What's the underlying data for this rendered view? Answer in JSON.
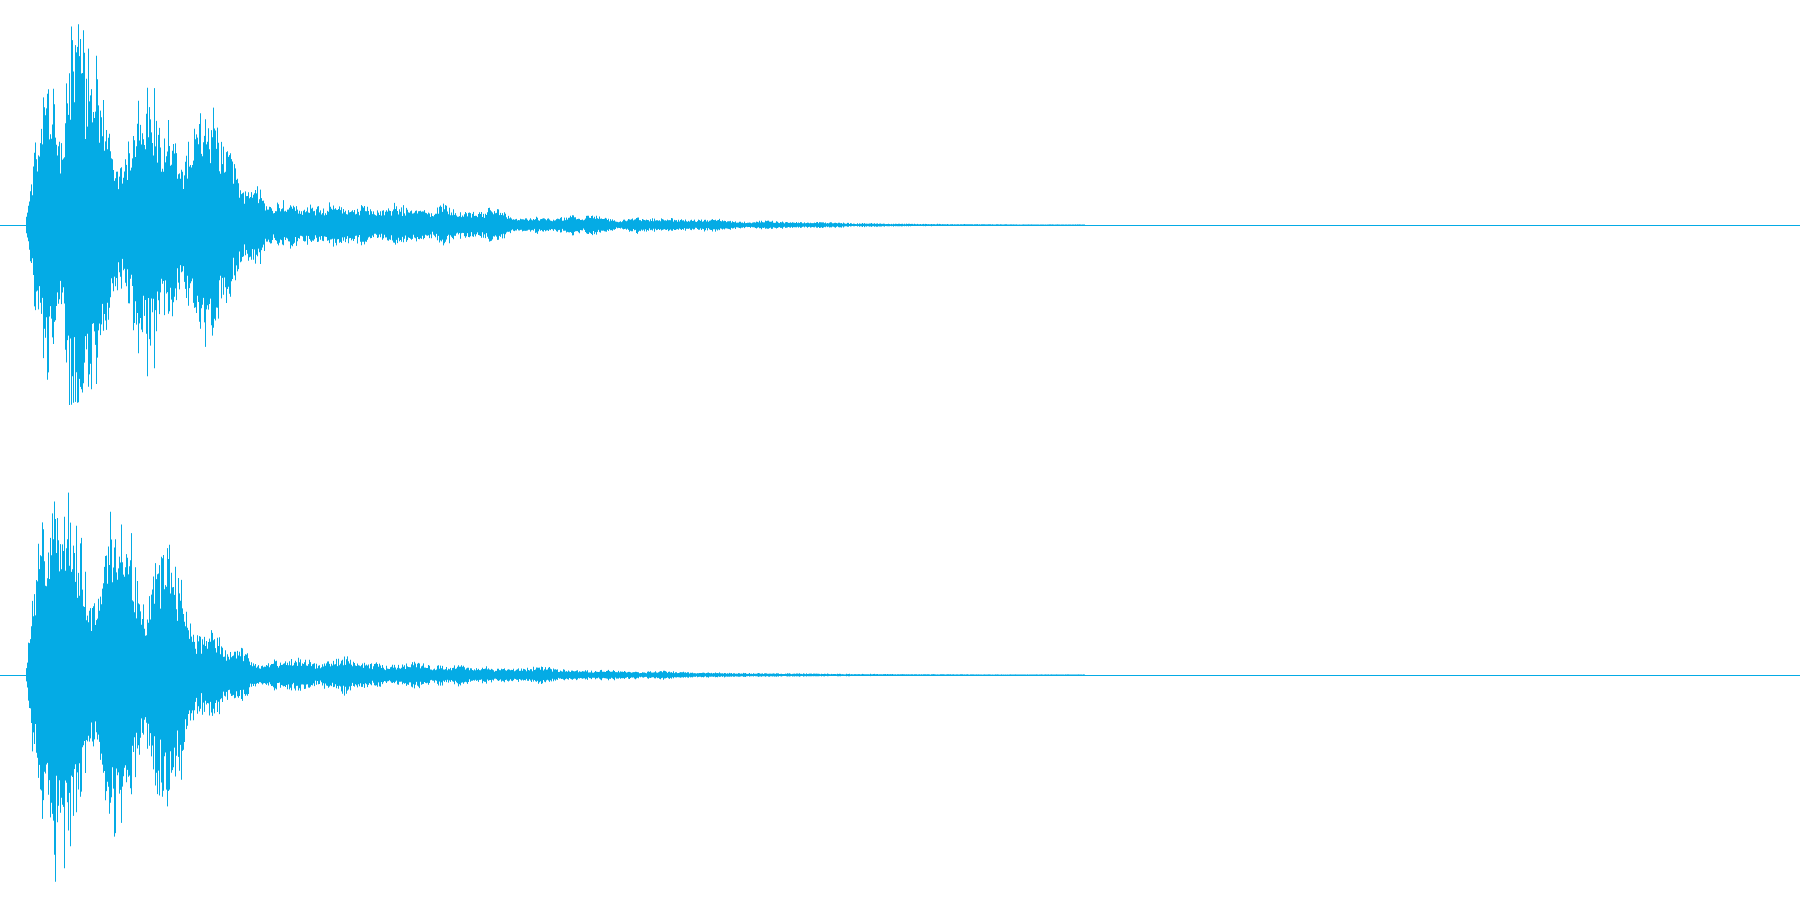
{
  "waveform": {
    "color": "#04ABE5",
    "background": "#FFFFFF",
    "channels": [
      {
        "id": "top",
        "envelope": [
          [
            0.0,
            0.04
          ],
          [
            0.004,
            0.32
          ],
          [
            0.008,
            0.55
          ],
          [
            0.012,
            0.7
          ],
          [
            0.016,
            0.55
          ],
          [
            0.02,
            0.4
          ],
          [
            0.024,
            0.8
          ],
          [
            0.028,
            0.95
          ],
          [
            0.032,
            0.9
          ],
          [
            0.036,
            0.78
          ],
          [
            0.04,
            0.85
          ],
          [
            0.044,
            0.65
          ],
          [
            0.048,
            0.4
          ],
          [
            0.052,
            0.3
          ],
          [
            0.056,
            0.32
          ],
          [
            0.06,
            0.45
          ],
          [
            0.064,
            0.62
          ],
          [
            0.068,
            0.7
          ],
          [
            0.072,
            0.66
          ],
          [
            0.076,
            0.5
          ],
          [
            0.08,
            0.48
          ],
          [
            0.084,
            0.4
          ],
          [
            0.088,
            0.3
          ],
          [
            0.092,
            0.38
          ],
          [
            0.096,
            0.48
          ],
          [
            0.1,
            0.55
          ],
          [
            0.104,
            0.52
          ],
          [
            0.108,
            0.5
          ],
          [
            0.112,
            0.42
          ],
          [
            0.116,
            0.32
          ],
          [
            0.12,
            0.22
          ],
          [
            0.124,
            0.16
          ],
          [
            0.128,
            0.2
          ],
          [
            0.132,
            0.18
          ],
          [
            0.136,
            0.1
          ],
          [
            0.14,
            0.09
          ],
          [
            0.145,
            0.11
          ],
          [
            0.15,
            0.1
          ],
          [
            0.155,
            0.08
          ],
          [
            0.16,
            0.1
          ],
          [
            0.165,
            0.08
          ],
          [
            0.17,
            0.09
          ],
          [
            0.175,
            0.11
          ],
          [
            0.18,
            0.09
          ],
          [
            0.185,
            0.08
          ],
          [
            0.19,
            0.09
          ],
          [
            0.195,
            0.08
          ],
          [
            0.2,
            0.07
          ],
          [
            0.205,
            0.09
          ],
          [
            0.21,
            0.1
          ],
          [
            0.215,
            0.08
          ],
          [
            0.22,
            0.09
          ],
          [
            0.225,
            0.07
          ],
          [
            0.23,
            0.06
          ],
          [
            0.235,
            0.1
          ],
          [
            0.24,
            0.08
          ],
          [
            0.245,
            0.06
          ],
          [
            0.25,
            0.07
          ],
          [
            0.255,
            0.05
          ],
          [
            0.26,
            0.07
          ],
          [
            0.265,
            0.09
          ],
          [
            0.27,
            0.07
          ],
          [
            0.275,
            0.04
          ],
          [
            0.28,
            0.03
          ],
          [
            0.29,
            0.04
          ],
          [
            0.3,
            0.03
          ],
          [
            0.31,
            0.05
          ],
          [
            0.315,
            0.03
          ],
          [
            0.32,
            0.06
          ],
          [
            0.325,
            0.04
          ],
          [
            0.33,
            0.03
          ],
          [
            0.335,
            0.02
          ],
          [
            0.34,
            0.03
          ],
          [
            0.345,
            0.04
          ],
          [
            0.35,
            0.03
          ],
          [
            0.36,
            0.03
          ],
          [
            0.37,
            0.03
          ],
          [
            0.38,
            0.025
          ],
          [
            0.39,
            0.03
          ],
          [
            0.4,
            0.02
          ],
          [
            0.41,
            0.015
          ],
          [
            0.42,
            0.02
          ],
          [
            0.43,
            0.015
          ],
          [
            0.44,
            0.012
          ],
          [
            0.45,
            0.015
          ],
          [
            0.46,
            0.012
          ],
          [
            0.47,
            0.008
          ],
          [
            0.48,
            0.01
          ],
          [
            0.49,
            0.007
          ],
          [
            0.5,
            0.006
          ],
          [
            0.52,
            0.005
          ],
          [
            0.54,
            0.004
          ],
          [
            0.56,
            0.003
          ],
          [
            0.58,
            0.002
          ],
          [
            0.6,
            0.0
          ]
        ]
      },
      {
        "id": "bottom",
        "envelope": [
          [
            0.0,
            0.04
          ],
          [
            0.004,
            0.4
          ],
          [
            0.008,
            0.65
          ],
          [
            0.012,
            0.8
          ],
          [
            0.016,
            0.88
          ],
          [
            0.02,
            0.9
          ],
          [
            0.024,
            0.85
          ],
          [
            0.028,
            0.72
          ],
          [
            0.032,
            0.6
          ],
          [
            0.036,
            0.35
          ],
          [
            0.04,
            0.42
          ],
          [
            0.044,
            0.58
          ],
          [
            0.048,
            0.7
          ],
          [
            0.052,
            0.78
          ],
          [
            0.056,
            0.72
          ],
          [
            0.06,
            0.6
          ],
          [
            0.064,
            0.4
          ],
          [
            0.068,
            0.28
          ],
          [
            0.072,
            0.5
          ],
          [
            0.076,
            0.62
          ],
          [
            0.08,
            0.65
          ],
          [
            0.084,
            0.58
          ],
          [
            0.088,
            0.48
          ],
          [
            0.092,
            0.26
          ],
          [
            0.096,
            0.2
          ],
          [
            0.1,
            0.18
          ],
          [
            0.104,
            0.22
          ],
          [
            0.108,
            0.2
          ],
          [
            0.112,
            0.12
          ],
          [
            0.116,
            0.1
          ],
          [
            0.12,
            0.14
          ],
          [
            0.124,
            0.12
          ],
          [
            0.128,
            0.06
          ],
          [
            0.132,
            0.05
          ],
          [
            0.136,
            0.05
          ],
          [
            0.14,
            0.07
          ],
          [
            0.145,
            0.06
          ],
          [
            0.15,
            0.07
          ],
          [
            0.155,
            0.08
          ],
          [
            0.16,
            0.07
          ],
          [
            0.165,
            0.05
          ],
          [
            0.17,
            0.06
          ],
          [
            0.175,
            0.07
          ],
          [
            0.18,
            0.09
          ],
          [
            0.185,
            0.07
          ],
          [
            0.19,
            0.06
          ],
          [
            0.195,
            0.05
          ],
          [
            0.2,
            0.06
          ],
          [
            0.205,
            0.04
          ],
          [
            0.21,
            0.05
          ],
          [
            0.215,
            0.06
          ],
          [
            0.22,
            0.07
          ],
          [
            0.225,
            0.05
          ],
          [
            0.23,
            0.04
          ],
          [
            0.235,
            0.05
          ],
          [
            0.24,
            0.04
          ],
          [
            0.245,
            0.05
          ],
          [
            0.25,
            0.04
          ],
          [
            0.255,
            0.03
          ],
          [
            0.26,
            0.04
          ],
          [
            0.265,
            0.03
          ],
          [
            0.27,
            0.035
          ],
          [
            0.275,
            0.03
          ],
          [
            0.28,
            0.03
          ],
          [
            0.29,
            0.04
          ],
          [
            0.3,
            0.03
          ],
          [
            0.31,
            0.025
          ],
          [
            0.32,
            0.02
          ],
          [
            0.33,
            0.025
          ],
          [
            0.34,
            0.02
          ],
          [
            0.35,
            0.015
          ],
          [
            0.36,
            0.02
          ],
          [
            0.37,
            0.015
          ],
          [
            0.38,
            0.012
          ],
          [
            0.39,
            0.012
          ],
          [
            0.4,
            0.01
          ],
          [
            0.42,
            0.008
          ],
          [
            0.44,
            0.008
          ],
          [
            0.46,
            0.006
          ],
          [
            0.48,
            0.005
          ],
          [
            0.5,
            0.004
          ],
          [
            0.52,
            0.004
          ],
          [
            0.54,
            0.003
          ],
          [
            0.56,
            0.002
          ],
          [
            0.6,
            0.0
          ]
        ]
      }
    ]
  }
}
